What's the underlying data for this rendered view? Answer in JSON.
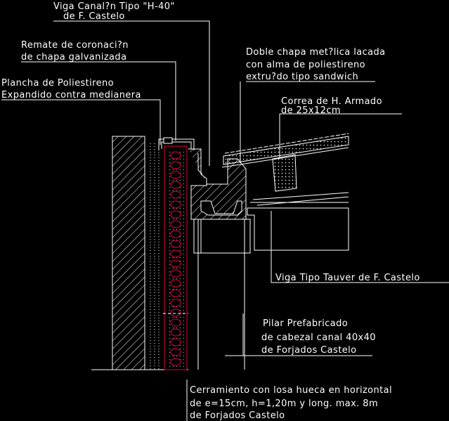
{
  "labels": {
    "viga_canalon_1": "Viga Canal?n Tipo \"H-40\"",
    "viga_canalon_2": "de F. Castelo",
    "remate_1": "Remate de coronaci?n",
    "remate_2": "de chapa galvanizada",
    "plancha_1": "Plancha de Poliestireno",
    "plancha_2": "Expandido contra medianera",
    "doble_chapa_1": "Doble chapa met?lica lacada",
    "doble_chapa_2": "con alma de poliestireno",
    "doble_chapa_3": "extru?do tipo sandwich",
    "correa_1": "Correa de H. Armado",
    "correa_2": "de 25x12cm",
    "viga_tauver": "Viga Tipo Tauver de F. Castelo",
    "pilar_1": "Pilar Prefabricado",
    "pilar_2": "de cabezal canal 40x40",
    "pilar_3": "de Forjados Castelo",
    "cerramiento_1": "Cerramiento con losa hueca en horizontal",
    "cerramiento_2": "de e=15cm, h=1,20m y long. max. 8m",
    "cerramiento_3": "de Forjados Castelo"
  },
  "colors": {
    "background": "#000000",
    "line": "#ffffff",
    "accent": "#e0003c"
  }
}
